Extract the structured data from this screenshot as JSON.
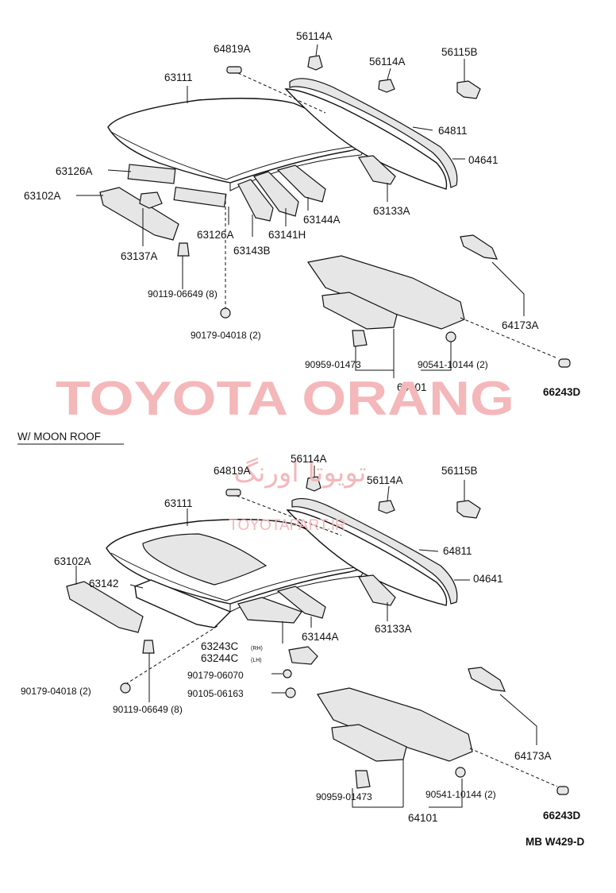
{
  "watermark": {
    "main": "TOYOTA ORANG",
    "persian": "تویوتا اورنگ",
    "site": "TOYOTAPART.IR"
  },
  "section_heading": "W/ MOON ROOF",
  "drawing_code": "MB W429-D",
  "top_labels": {
    "p64819A": "64819A",
    "p56114A_1": "56114A",
    "p56114A_2": "56114A",
    "p56115B": "56115B",
    "p63111": "63111",
    "p64811": "64811",
    "p04641": "04641",
    "p63126A_1": "63126A",
    "p63102A": "63102A",
    "p63126A_2": "63126A",
    "p63141H": "63141H",
    "p63144A": "63144A",
    "p63133A": "63133A",
    "p63137A": "63137A",
    "p63143B": "63143B",
    "p90119": "90119-06649 (8)",
    "p90179": "90179-04018 (2)",
    "p64173A": "64173A",
    "p90959": "90959-01473",
    "p90541": "90541-10144 (2)",
    "p64101": "64101",
    "p66243D": "66243D"
  },
  "bottom_labels": {
    "p64819A": "64819A",
    "p56114A_1": "56114A",
    "p56114A_2": "56114A",
    "p56115B": "56115B",
    "p63111": "63111",
    "p64811": "64811",
    "p04641": "04641",
    "p63102A": "63102A",
    "p63142": "63142",
    "p63133A": "63133A",
    "p63144A": "63144A",
    "p63243C": "63243C",
    "p63243C_side": "(RH)",
    "p63244C": "63244C",
    "p63244C_side": "(LH)",
    "p90179_06070": "90179-06070",
    "p90105": "90105-06163",
    "p90179_04018": "90179-04018 (2)",
    "p90119": "90119-06649 (8)",
    "p64173A": "64173A",
    "p90959": "90959-01473",
    "p90541": "90541-10144 (2)",
    "p64101": "64101",
    "p66243D": "66243D"
  }
}
